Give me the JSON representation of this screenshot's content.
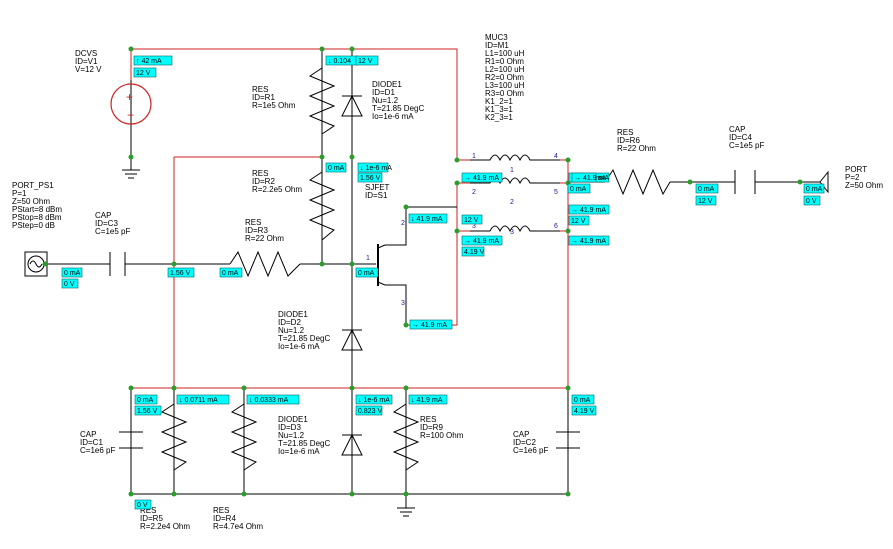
{
  "components": {
    "v1": {
      "lines": [
        "DCVS",
        "ID=V1",
        "V=12 V"
      ]
    },
    "r1": {
      "lines": [
        "RES",
        "ID=R1",
        "R=1e5 Ohm"
      ]
    },
    "d1": {
      "lines": [
        "DIODE1",
        "ID=D1",
        "Nu=1.2",
        "T=21.85 DegC",
        "Io=1e-6 mA"
      ]
    },
    "r2": {
      "lines": [
        "RES",
        "ID=R2",
        "R=2.2e5 Ohm"
      ]
    },
    "r3": {
      "lines": [
        "RES",
        "ID=R3",
        "R=22 Ohm"
      ]
    },
    "c3": {
      "lines": [
        "CAP",
        "ID=C3",
        "C=1e5 pF"
      ]
    },
    "port1": {
      "lines": [
        "PORT_PS1",
        "P=1",
        "Z=50 Ohm",
        "PStart=8 dBm",
        "PStop=8 dBm",
        "PStep=0 dB"
      ]
    },
    "sjfet": {
      "lines": [
        "SJFET",
        "ID=S1"
      ]
    },
    "muc3": {
      "lines": [
        "MUC3",
        "ID=M1",
        "L1=100 uH",
        "R1=0 Ohm",
        "L2=100 uH",
        "R2=0 Ohm",
        "L3=100 uH",
        "R3=0 Ohm",
        "K1_2=1",
        "K1_3=1",
        "K2_3=1"
      ]
    },
    "r6": {
      "lines": [
        "RES",
        "ID=R6",
        "R=22 Ohm"
      ]
    },
    "c4": {
      "lines": [
        "CAP",
        "ID=C4",
        "C=1e5 pF"
      ]
    },
    "port2": {
      "lines": [
        "PORT",
        "P=2",
        "Z=50 Ohm"
      ]
    },
    "d2": {
      "lines": [
        "DIODE1",
        "ID=D2",
        "Nu=1.2",
        "T=21.85 DegC",
        "Io=1e-6 mA"
      ]
    },
    "d3": {
      "lines": [
        "DIODE1",
        "ID=D3",
        "Nu=1.2",
        "T=21.85 DegC",
        "Io=1e-6 mA"
      ]
    },
    "c1": {
      "lines": [
        "CAP",
        "ID=C1",
        "C=1e6 pF"
      ]
    },
    "r5": {
      "lines": [
        "RES",
        "ID=R5",
        "R=2.2e4 Ohm"
      ]
    },
    "r4": {
      "lines": [
        "RES",
        "ID=R4",
        "R=4.7e4 Ohm"
      ]
    },
    "r9": {
      "lines": [
        "RES",
        "ID=R9",
        "R=100 Ohm"
      ]
    },
    "c2": {
      "lines": [
        "CAP",
        "ID=C2",
        "C=1e6 pF"
      ]
    }
  },
  "annotations": {
    "v1_i": "↑ 42 mA",
    "v1_v": "12 V",
    "top_i": "↓ 0.104",
    "top_v": "12 V",
    "r2top_i": "0 mA",
    "d1_i": "↓ 1e-6 mA",
    "d1_v": "1.56 V",
    "port1_i": "0 mA",
    "port1_v": "0 V",
    "c3_v": "1.56 V",
    "r3_i": "0 mA",
    "gate_i": "0 mA",
    "drain_i": "↓ 41.9 mA",
    "drain_v": "12 V",
    "source_i": "→ 41.9 mA",
    "m1_i": "→ 41.9 mA",
    "m2_i": "← 41.9 mA",
    "m3_i": "→ 41.9 mA",
    "m3_v": "4.19 V",
    "m4_i": "→ 41.9 mA",
    "m4_v": "0 mA",
    "m5_i": "→ 41.9 mA",
    "m5_v": "12 V",
    "m6_i": "→ 41.9 mA",
    "c4_i": "0 mA",
    "c4_v": "12 V",
    "port2_i": "0 mA",
    "port2_v": "0 V",
    "c1_i": "0 mA",
    "c1_v": "1.56 V",
    "r5_i": "↓ 0.0711 mA",
    "r4_i": "↓ 0.0333 mA",
    "d3_i": "↓ 1e-6 mA",
    "d3_v": "0.823 V",
    "r9_i": "↓ 41.9 mA",
    "c2_i": "0 mA",
    "c2_v": "4.19 V",
    "gnd_v": "0 V"
  },
  "pins": {
    "m1": "1",
    "m2": "2",
    "m3": "3",
    "m4": "4",
    "m5": "5",
    "m6": "6",
    "f1": "1",
    "f2": "2",
    "f3": "3",
    "k1": "1",
    "k2": "2",
    "k3": "3"
  }
}
